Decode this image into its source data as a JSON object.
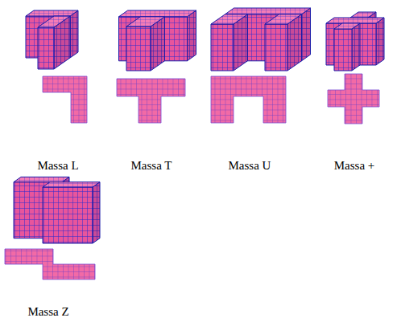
{
  "diagram": {
    "labels": [
      "Massa L",
      "Massa T",
      "Massa U",
      "Massa +",
      "Massa Z"
    ]
  }
}
